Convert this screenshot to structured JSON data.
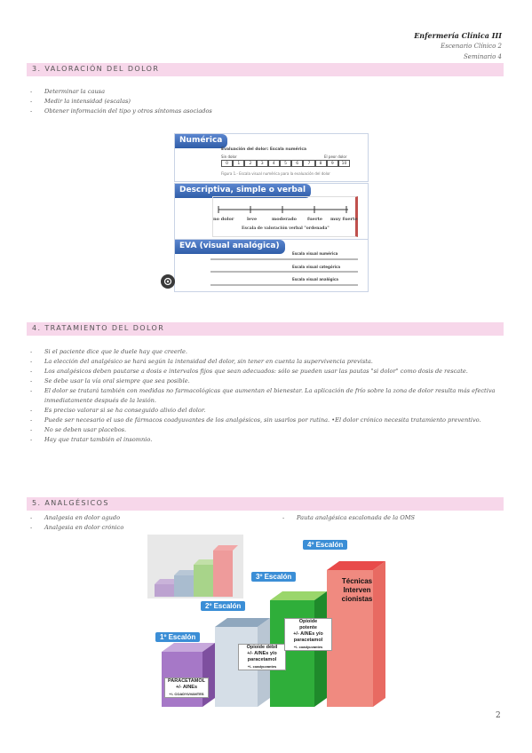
{
  "header": {
    "title": "Enfermería Clínica III",
    "line2": "Escenario Clínico 2",
    "line3": "Seminario 4"
  },
  "section3": {
    "heading": "3.   VALORACIÓN DEL DOLOR",
    "bullets": [
      "Determinar la causa",
      "Medir la intensidad (escalas)",
      "Obtener información del tipo y otros síntomas asociados"
    ],
    "figure": {
      "numerica": {
        "title": "Numérica",
        "inner_title": "Evaluación del dolor: Escala numérica",
        "sin_dolor": "Sin dolor",
        "peor_dolor": "El peor dolor",
        "numbers": [
          "0",
          "1",
          "2",
          "3",
          "4",
          "5",
          "6",
          "7",
          "8",
          "9",
          "10"
        ],
        "caption": "Figura 1.- Escala visual numérica para la evaluación del dolor"
      },
      "descriptiva": {
        "title": "Descriptiva, simple o verbal",
        "labels": [
          "no dolor",
          "leve",
          "moderado",
          "fuerte",
          "muy fuerte"
        ],
        "caption": "Escala de valoración verbal \"ordenada\""
      },
      "eva": {
        "title": "EVA (visual analógica)",
        "sub1": "Escala visual numérica",
        "sub2": "Escala visual categórica",
        "sub3": "Escala visual analógica"
      }
    }
  },
  "section4": {
    "heading": "4.   TRATAMIENTO DEL DOLOR",
    "bullets": [
      "Si el paciente dice que le duele hay que creerle.",
      "La elección del analgésico se hará según la intensidad del dolor, sin tener en cuenta la supervivencia prevista.",
      "Los analgésicos deben pautarse a dosis e intervalos fijos que sean adecuados: sólo se pueden usar las pautas \"si dolor\" como dosis de rescate.",
      "Se debe usar la vía oral siempre que sea posible.",
      "El dolor se tratará también con medidas no farmacológicas que aumentan el bienestar. La aplicación de frío sobre la zona de dolor resulta más efectiva inmediatamente después de la lesión.",
      "Es preciso valorar si se ha conseguido alivio del dolor.",
      "Puede ser necesario el uso de fármacos coadyuvantes de los analgésicos, sin usarlos por rutina. •El dolor crónico necesita tratamiento preventivo.",
      "No se deben usar placebos.",
      "Hay que tratar también el insomnio."
    ]
  },
  "section5": {
    "heading": "5.   ANALGÉSICOS",
    "bullets_left": [
      "Analgesia en dolor agudo",
      "Analgesia en dolor crónico"
    ],
    "bullet_right": "Pauta analgésica escalonada de la OMS",
    "steps": [
      {
        "label": "1º Escalón",
        "lines": [
          "PARACETAMOL",
          "+/- AINEs",
          "+/- COADYUVANTES"
        ]
      },
      {
        "label": "2º Escalón",
        "lines": [
          "Opioide débil",
          "+/- AINEs y/o",
          "paracetamol",
          "+/- coadyuvantes"
        ]
      },
      {
        "label": "3º Escalón",
        "lines": [
          "Opioide",
          "potente",
          "+/- AINEs y/o",
          "paracetamol",
          "+/- coadyuvantes"
        ]
      },
      {
        "label": "4º Escalón",
        "lines": [
          "Técnicas",
          "Interven",
          "cionistas"
        ]
      }
    ]
  },
  "page_number": "2"
}
